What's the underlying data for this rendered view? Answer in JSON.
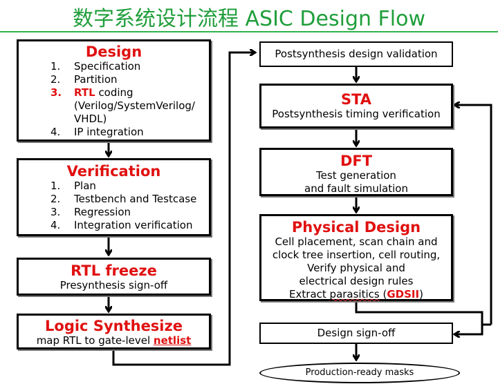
{
  "title": "数字系统设计流程 ASIC Design Flow",
  "design": {
    "heading": "Design",
    "items": [
      {
        "num": "1.",
        "text": "Specification"
      },
      {
        "num": "2.",
        "text": "Partition"
      },
      {
        "num": "3.",
        "highlight": "RTL",
        "text": " coding"
      },
      {
        "num": "",
        "text": "(Verilog/SystemVerilog/"
      },
      {
        "num": "",
        "text": "VHDL)"
      },
      {
        "num": "4.",
        "text": "IP integration"
      }
    ]
  },
  "verification": {
    "heading": "Verification",
    "items": [
      {
        "num": "1.",
        "text": "Plan"
      },
      {
        "num": "2.",
        "text": "Testbench and Testcase"
      },
      {
        "num": "3.",
        "text": "Regression"
      },
      {
        "num": "4.",
        "text": "Integration verification"
      }
    ]
  },
  "rtl_freeze": {
    "heading": "RTL freeze",
    "text": "Presynthesis sign-off"
  },
  "logic_synth": {
    "heading": "Logic Synthesize",
    "text_prefix": "map RTL to gate-level ",
    "text_link": "netlist"
  },
  "postsynth": {
    "text": "Postsynthesis design validation"
  },
  "sta": {
    "heading": "STA",
    "text": "Postsynthesis timing verification"
  },
  "dft": {
    "heading": "DFT",
    "line1": "Test generation",
    "line2": "and fault simulation"
  },
  "physical": {
    "heading": "Physical Design",
    "lines": [
      "Cell placement, scan chain and",
      "clock tree insertion, cell routing,",
      "Verify physical and",
      "electrical design rules"
    ],
    "last_prefix": "Extract ",
    "last_word": "parasitics",
    "last_mid": " (",
    "last_red": "GDSII",
    "last_suffix": ")"
  },
  "signoff": {
    "text": "Design sign-off"
  },
  "masks": {
    "text": "Production-ready masks"
  }
}
